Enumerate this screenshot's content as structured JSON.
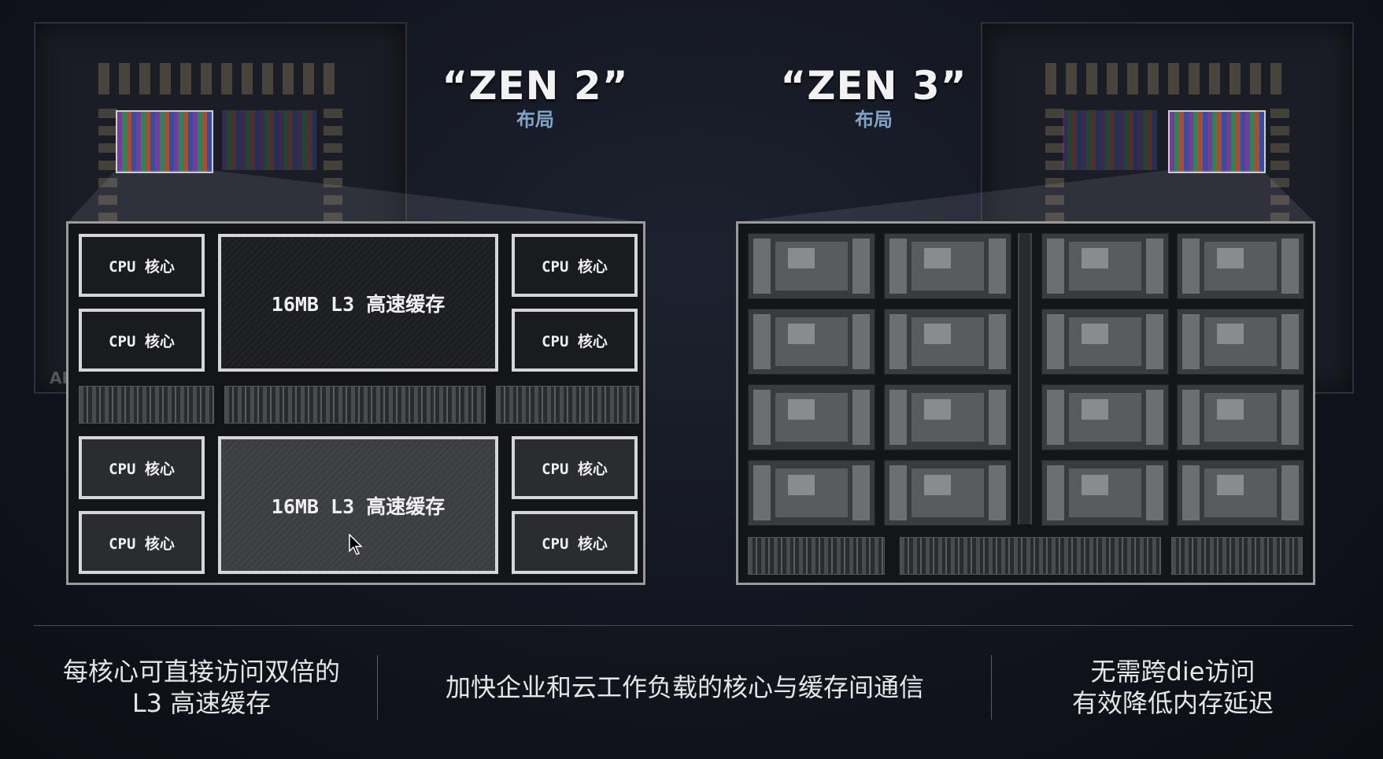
{
  "zen2": {
    "title": "“ZEN 2”",
    "subtitle": "布局"
  },
  "zen3": {
    "title": "“ZEN 3”",
    "subtitle": "布局"
  },
  "zen2_diagram": {
    "core_label": "CPU 核心",
    "cache_label": "16MB L3 高速缓存"
  },
  "captions": {
    "left": [
      "每核心可直接访问双倍的",
      "L3 高速缓存"
    ],
    "center": "加快企业和云工作负载的核心与缓存间通信",
    "right": [
      "无需跨die访问",
      "有效降低内存延迟"
    ]
  },
  "background_chip_text": "AI"
}
